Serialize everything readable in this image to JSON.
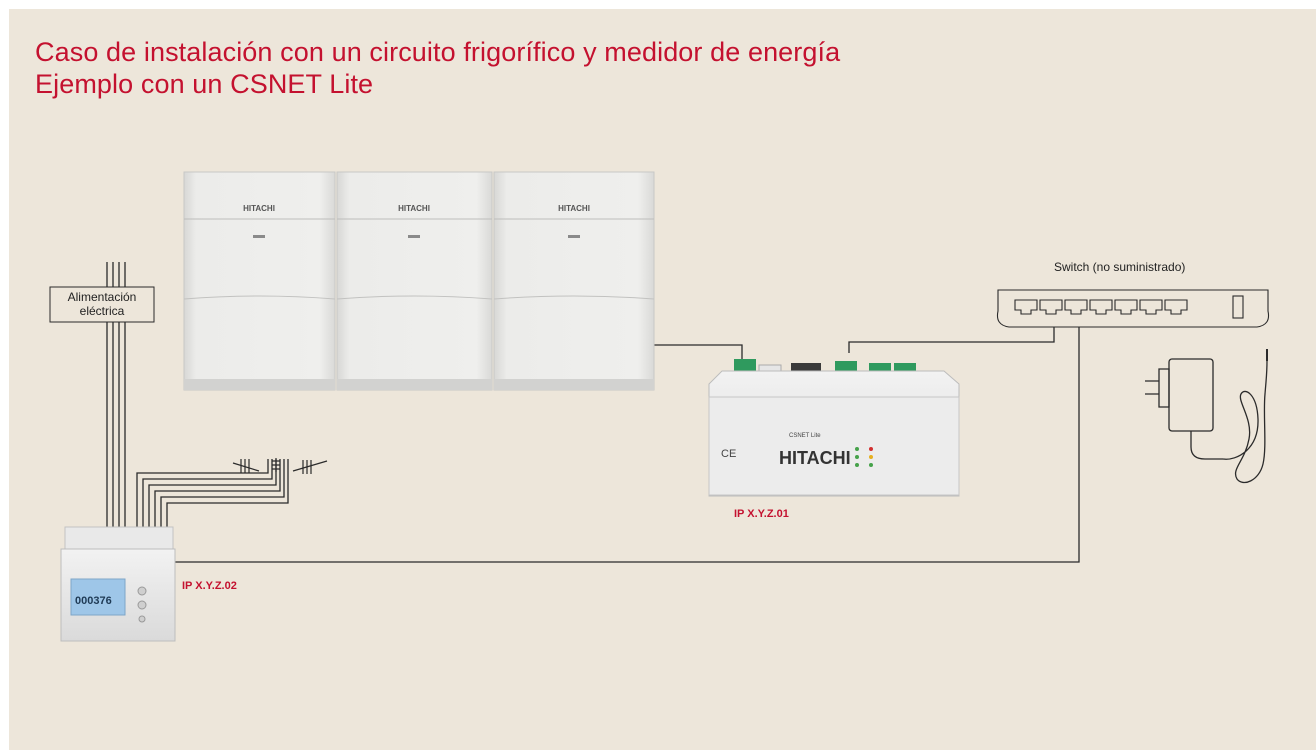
{
  "title": {
    "line1": "Caso de instalación con un circuito frigorífico y medidor de energía",
    "line2": "Ejemplo con un CSNET Lite"
  },
  "outdoor_units": {
    "brand": "HITACHI",
    "count": 3
  },
  "power_supply": {
    "line1": "Alimentación",
    "line2": "eléctrica"
  },
  "switch": {
    "label": "Switch (no suministrado)",
    "port_count": 7
  },
  "csnet": {
    "model": "CSNET Lite",
    "brand": "HITACHI",
    "ip": "IP X.Y.Z.01"
  },
  "energy_meter": {
    "display": "000376",
    "ip": "IP X.Y.Z.02"
  },
  "colors": {
    "background": "#ede6da",
    "accent": "#c4112f",
    "line": "#2b2b2b"
  },
  "icons": [
    "power-adapter-icon",
    "current-transformer-icon"
  ]
}
